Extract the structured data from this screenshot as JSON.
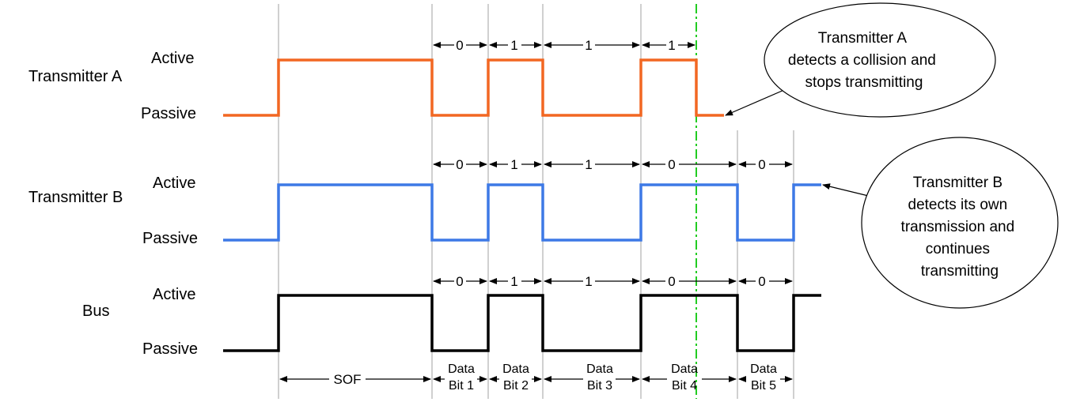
{
  "signals": [
    {
      "name": "Transmitter A",
      "color": "#f26722"
    },
    {
      "name": "Transmitter B",
      "color": "#3d79e6"
    },
    {
      "name": "Bus",
      "color": "#000000"
    }
  ],
  "levels": {
    "active": "Active",
    "passive": "Passive"
  },
  "collision_marker_color": "#22cc22",
  "bit_values": {
    "a": [
      "0",
      "1",
      "1",
      "1"
    ],
    "b": [
      "0",
      "1",
      "1",
      "0",
      "0"
    ],
    "bus": [
      "0",
      "1",
      "1",
      "0",
      "0"
    ]
  },
  "bottom_labels": {
    "sof": "SOF",
    "bits": [
      {
        "top": "Data",
        "bottom": "Bit 1"
      },
      {
        "top": "Data",
        "bottom": "Bit 2"
      },
      {
        "top": "Data",
        "bottom": "Bit 3"
      },
      {
        "top": "Data",
        "bottom": "Bit 4"
      },
      {
        "top": "Data",
        "bottom": "Bit 5"
      }
    ]
  },
  "callouts": {
    "a": [
      "Transmitter A",
      "detects a collision and",
      "stops transmitting"
    ],
    "b": [
      "Transmitter B",
      "detects its own",
      "transmission and",
      "continues",
      "transmitting"
    ]
  }
}
